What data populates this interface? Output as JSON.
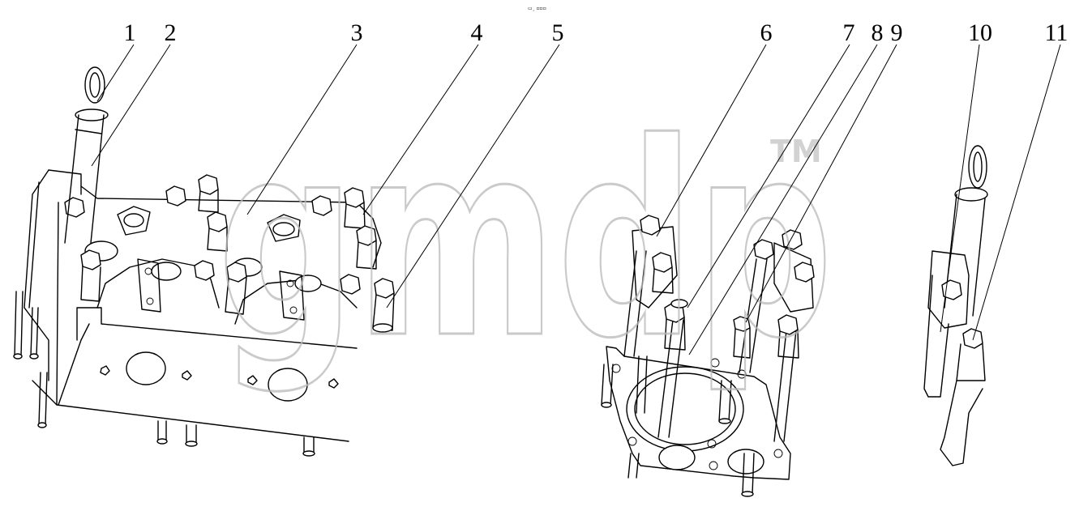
{
  "top_mark": "▭¸ ▫▫▫",
  "watermark": {
    "text": "gmdp",
    "tm": "TM"
  },
  "callouts": [
    "1",
    "2",
    "3",
    "4",
    "5",
    "6",
    "7",
    "8",
    "9",
    "10",
    "11"
  ]
}
